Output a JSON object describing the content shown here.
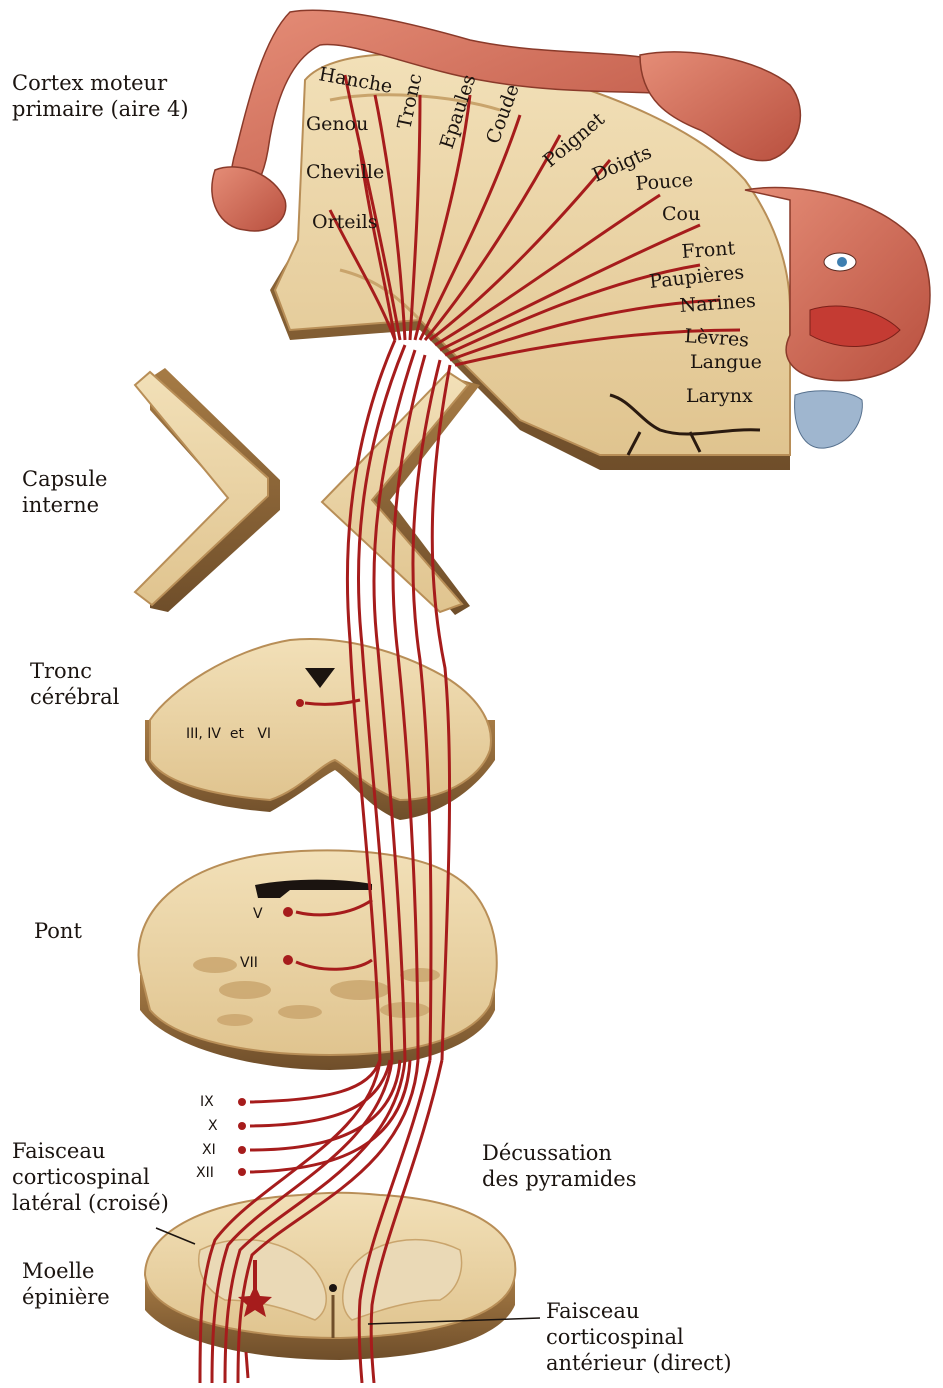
{
  "labels": {
    "cortex": [
      "Cortex moteur",
      "primaire (aire 4)"
    ],
    "capsule": [
      "Capsule",
      "interne"
    ],
    "tronc": [
      "Tronc",
      "cérébral"
    ],
    "pont": "Pont",
    "faisceau_lateral": [
      "Faisceau",
      "corticospinal",
      "latéral (croisé)"
    ],
    "moelle": [
      "Moelle",
      "épinière"
    ],
    "decussation": [
      "Décussation",
      "des pyramides"
    ],
    "faisceau_anterieur": [
      "Faisceau",
      "corticospinal",
      "antérieur (direct)"
    ]
  },
  "homunculus": [
    "Hanche",
    "Tronc",
    "Epaules",
    "Coude",
    "Poignet",
    "Doigts",
    "Genou",
    "Cheville",
    "Orteils",
    "Pouce",
    "Cou",
    "Front",
    "Paupières",
    "Narines",
    "Lèvres",
    "Langue",
    "Larynx"
  ],
  "nuclei": {
    "tronc": "III, IV  et   VI",
    "pont": [
      "V",
      "VII"
    ],
    "bulbe": [
      "IX",
      "X",
      "XI",
      "XII"
    ]
  },
  "colors": {
    "tissue": "#e9d2a4",
    "tissue_edge": "#b88e57",
    "tissue_side": "#8f6a3c",
    "tract": "#a61c1c",
    "skin": "#d9735f"
  }
}
